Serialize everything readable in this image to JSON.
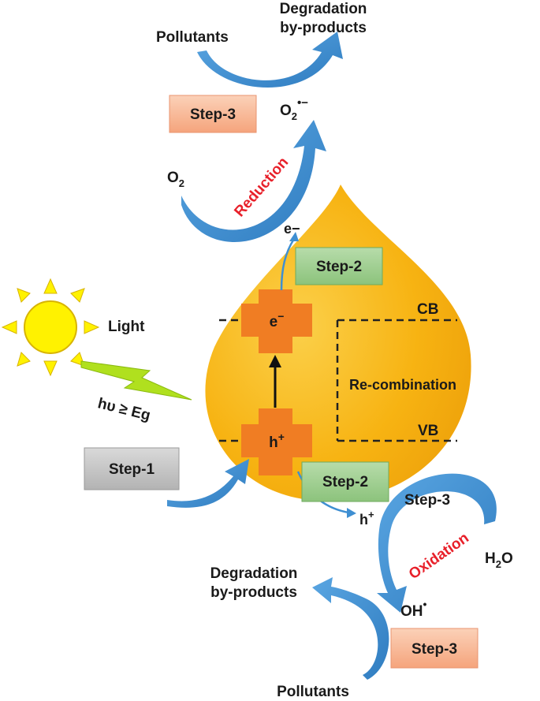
{
  "labels": {
    "pollutants_top": "Pollutants",
    "degradation_top_1": "Degradation",
    "degradation_top_2": "by-products",
    "step3_top": "Step-3",
    "superoxide_main": "O",
    "superoxide_sub": "2",
    "superoxide_sup": "•−",
    "o2_main": "O",
    "o2_sub": "2",
    "reduction": "Reduction",
    "electron_out": "e−",
    "step2_top": "Step-2",
    "light": "Light",
    "cb": "CB",
    "vb": "VB",
    "electron_main": "e",
    "electron_sup": "−",
    "hole_main": "h",
    "hole_sup": "+",
    "recombination": "Re-combination",
    "hv_eg": "hυ ≥ Eg",
    "step1": "Step-1",
    "step2_bottom": "Step-2",
    "hole_out_main": "h",
    "hole_out_sup": "+",
    "step3_right": "Step-3",
    "oxidation": "Oxidation",
    "h2o_main": "H",
    "h2o_sub": "2",
    "h2o_tail": "O",
    "degradation_bottom_1": "Degradation",
    "degradation_bottom_2": "by-products",
    "hydroxyl_main": "OH",
    "hydroxyl_sup": "•",
    "step3_bottom": "Step-3",
    "pollutants_bottom": "Pollutants"
  },
  "colors": {
    "drop_fill": "#f7b312",
    "cross_fill": "#f07d23",
    "arrow_blue": "#3f8fd2",
    "step3_fill": "#f9bd9d",
    "step2_fill": "#9fcf92",
    "step1_fill": "#c8c8c8",
    "sun_fill": "#fff200",
    "lightning_fill": "#b0e01e",
    "highlight_red": "#e8202a"
  }
}
